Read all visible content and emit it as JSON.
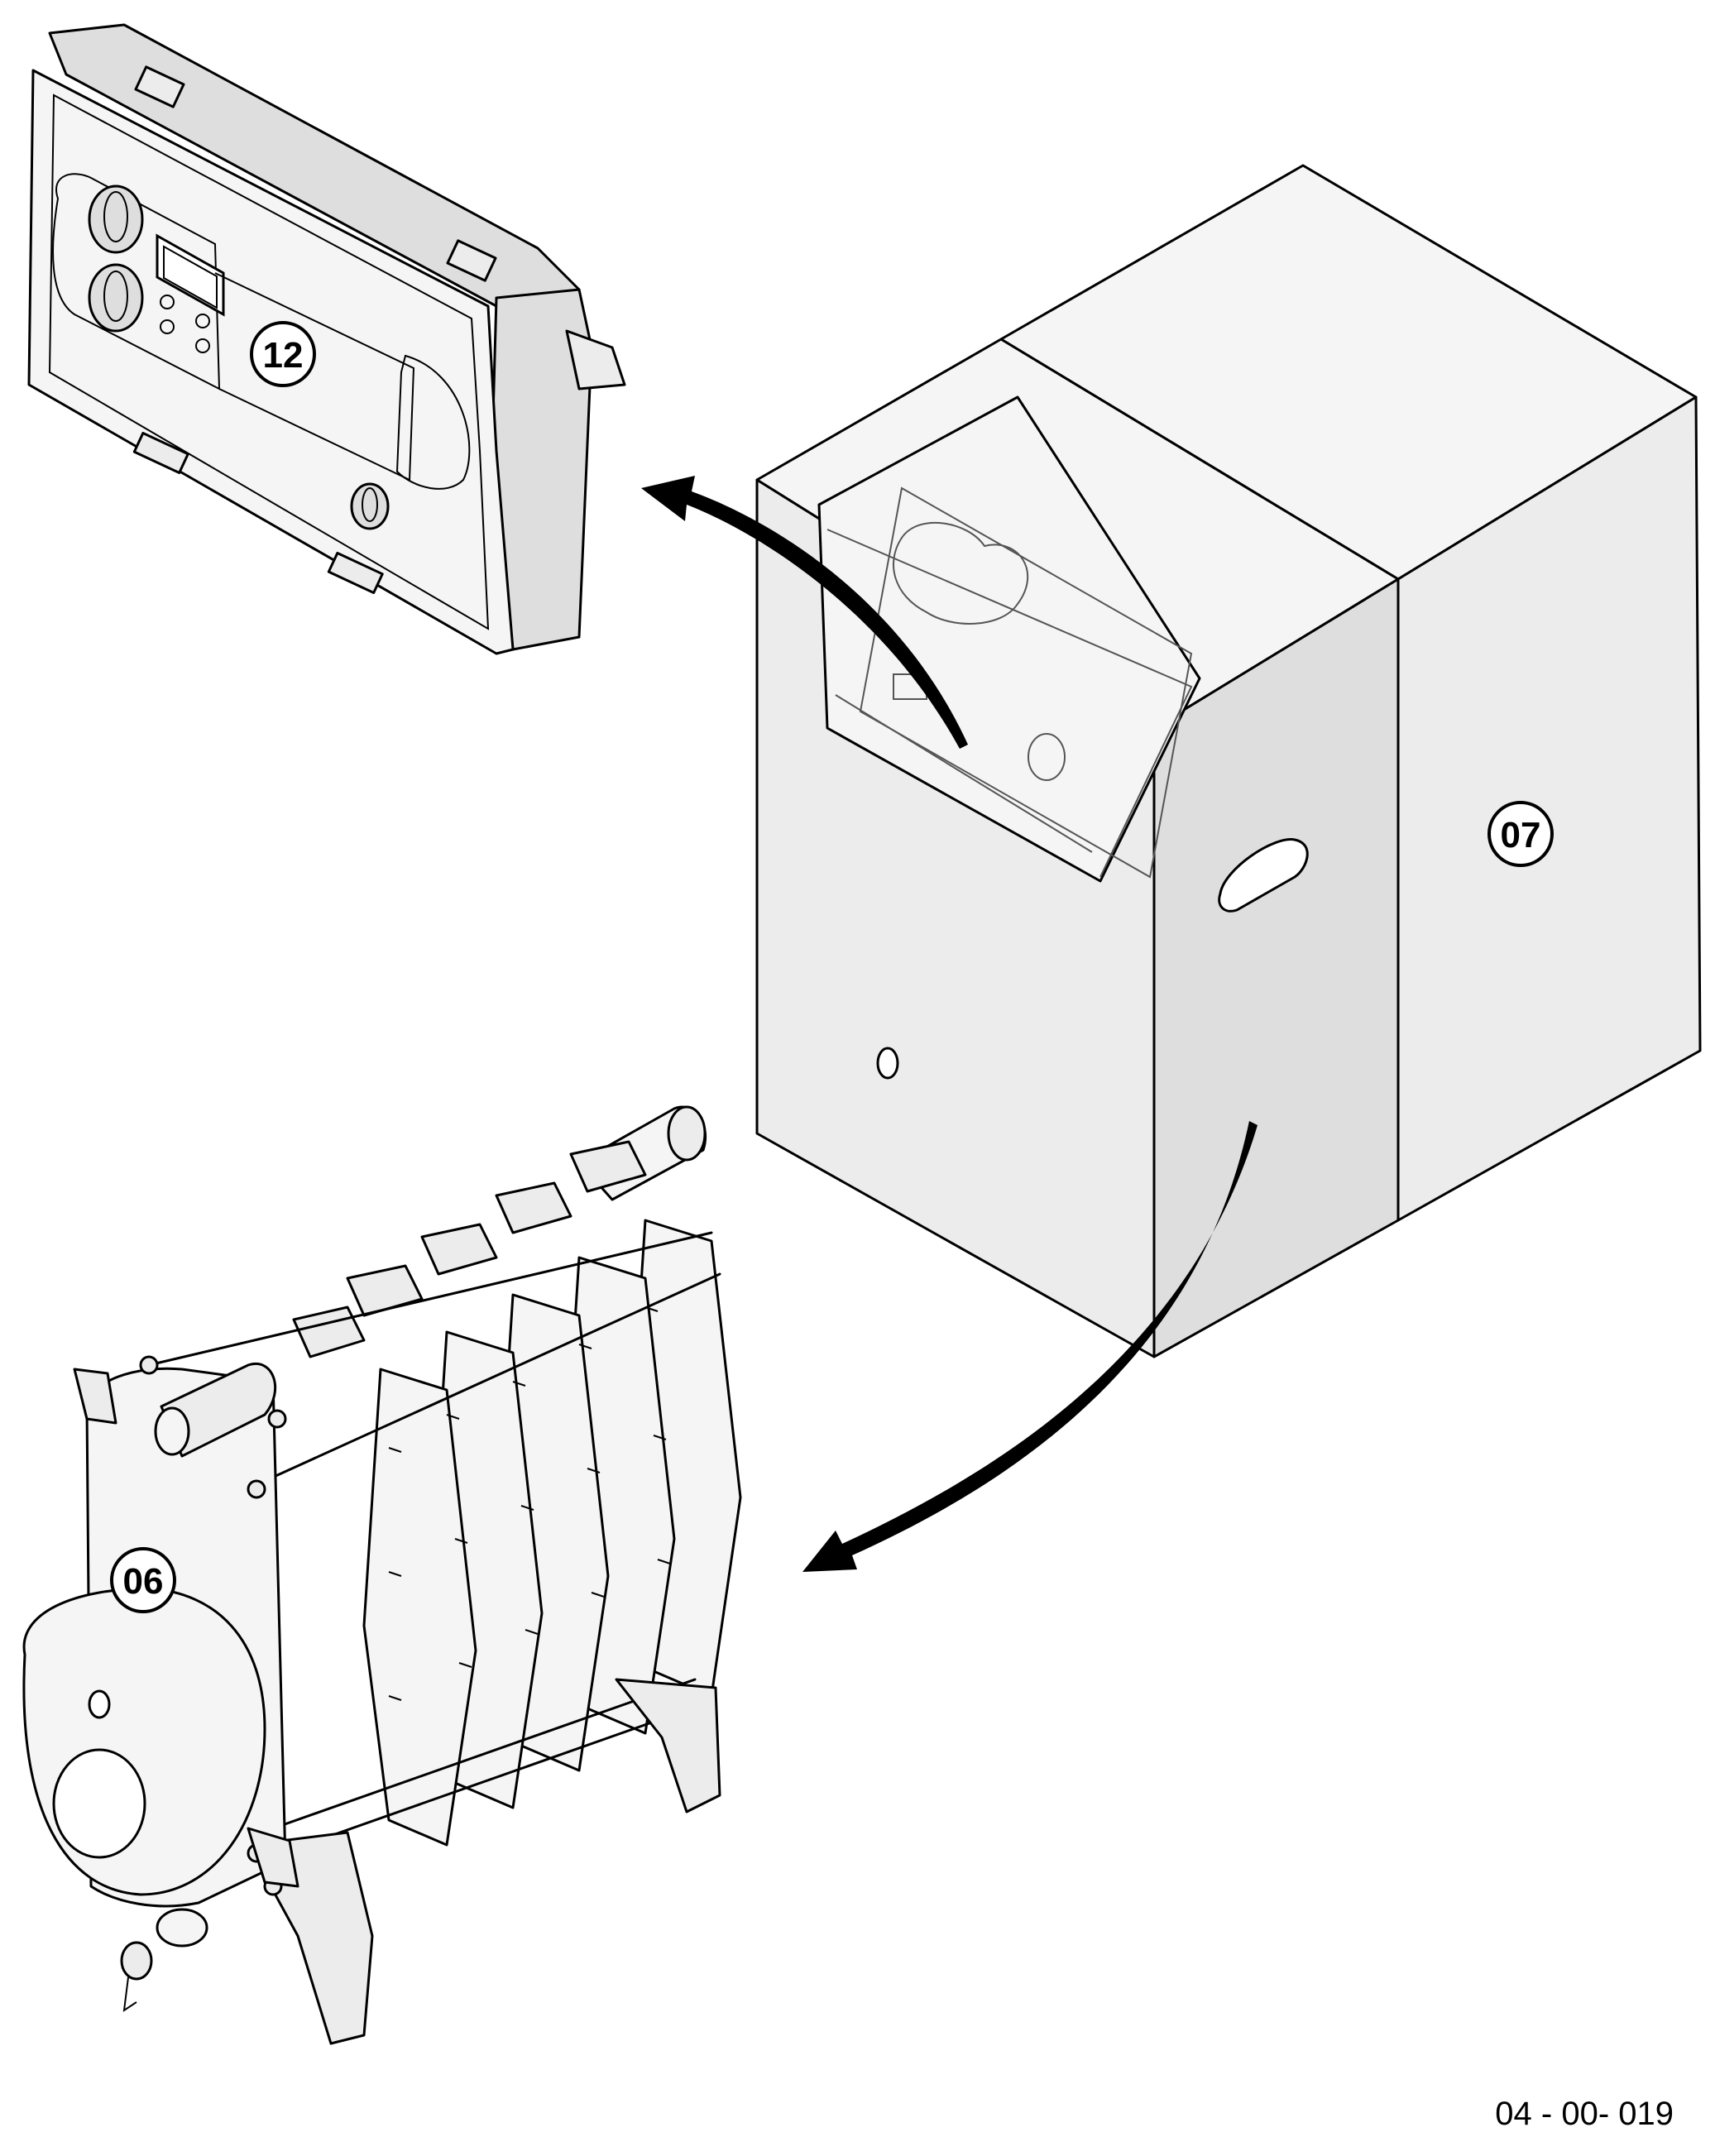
{
  "figure_code": "04 - 00- 019",
  "callouts": {
    "control_panel": "12",
    "casing": "07",
    "heat_exchanger": "06"
  },
  "colors": {
    "line": "#000000",
    "panel_fill": "#ececec",
    "background": "#ffffff"
  }
}
